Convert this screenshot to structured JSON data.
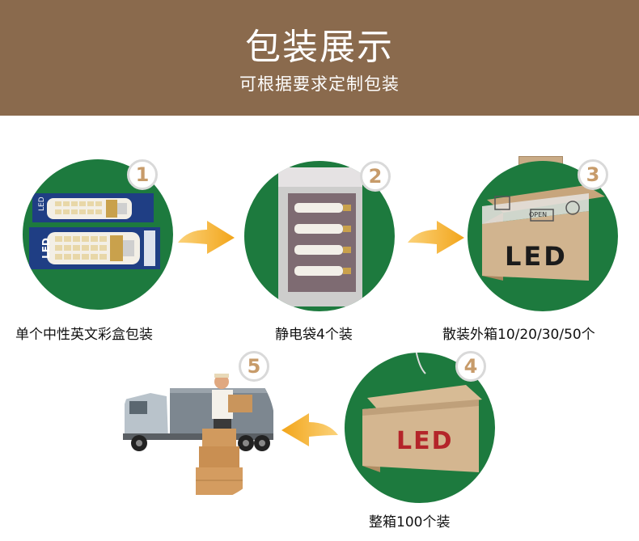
{
  "banner": {
    "title": "包装展示",
    "subtitle": "可根据要求定制包装"
  },
  "steps": [
    {
      "number": "1",
      "caption": "单个中性英文彩盒包装",
      "box_text": "LED"
    },
    {
      "number": "2",
      "caption": "静电袋4个装"
    },
    {
      "number": "3",
      "caption": "散装外箱10/20/30/50个",
      "box_text": "LED",
      "open_text": "OPEN"
    },
    {
      "number": "4",
      "caption": "整箱100个装",
      "box_text": "LED"
    },
    {
      "number": "5"
    }
  ],
  "colors": {
    "banner": "#8a6a4d",
    "circle_green": "#1d7a3e",
    "arrow": "#f2a51a",
    "badge_number": "#c79b6a",
    "led_red": "#b4252a"
  }
}
